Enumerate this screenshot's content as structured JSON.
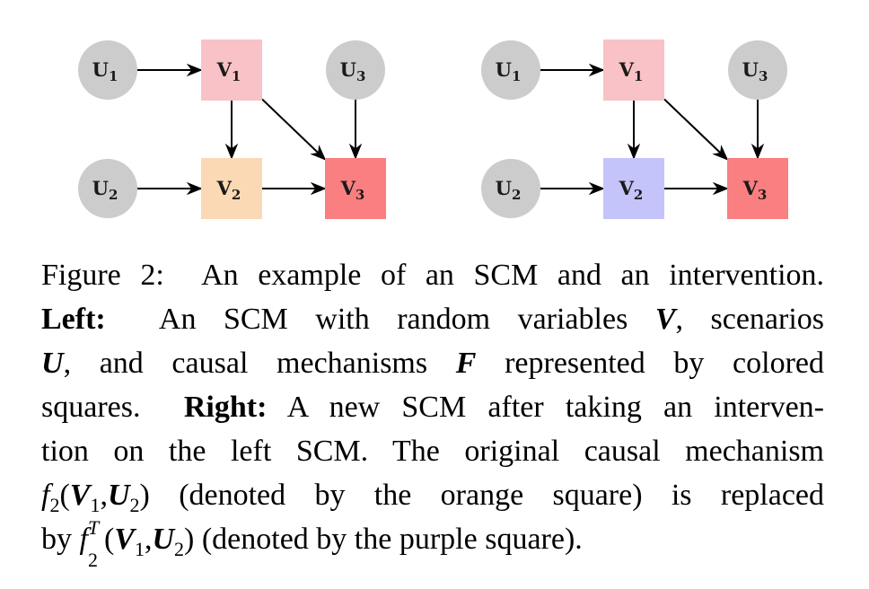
{
  "diagrams": [
    {
      "side": "left",
      "nodes": [
        {
          "id": "u1",
          "kind": "scenario",
          "main": "U",
          "sub": "1",
          "color": "#cccccc"
        },
        {
          "id": "v1",
          "kind": "mechanism",
          "main": "V",
          "sub": "1",
          "color": "#f8c2c6"
        },
        {
          "id": "u3",
          "kind": "scenario",
          "main": "U",
          "sub": "3",
          "color": "#cccccc"
        },
        {
          "id": "u2",
          "kind": "scenario",
          "main": "U",
          "sub": "2",
          "color": "#cccccc"
        },
        {
          "id": "v2",
          "kind": "mechanism",
          "main": "V",
          "sub": "2",
          "color": "#fad9b4"
        },
        {
          "id": "v3",
          "kind": "mechanism",
          "main": "V",
          "sub": "3",
          "color": "#f97f80"
        }
      ],
      "edges": [
        [
          "u1",
          "v1"
        ],
        [
          "v1",
          "v2"
        ],
        [
          "v1",
          "v3"
        ],
        [
          "u3",
          "v3"
        ],
        [
          "u2",
          "v2"
        ],
        [
          "v2",
          "v3"
        ]
      ]
    },
    {
      "side": "right",
      "nodes": [
        {
          "id": "u1",
          "kind": "scenario",
          "main": "U",
          "sub": "1",
          "color": "#cccccc"
        },
        {
          "id": "v1",
          "kind": "mechanism",
          "main": "V",
          "sub": "1",
          "color": "#f8c2c6"
        },
        {
          "id": "u3",
          "kind": "scenario",
          "main": "U",
          "sub": "3",
          "color": "#cccccc"
        },
        {
          "id": "u2",
          "kind": "scenario",
          "main": "U",
          "sub": "2",
          "color": "#cccccc"
        },
        {
          "id": "v2",
          "kind": "mechanism",
          "main": "V",
          "sub": "2",
          "color": "#c4c4fa"
        },
        {
          "id": "v3",
          "kind": "mechanism",
          "main": "V",
          "sub": "3",
          "color": "#f97f80"
        }
      ],
      "edges": [
        [
          "u1",
          "v1"
        ],
        [
          "v1",
          "v2"
        ],
        [
          "v1",
          "v3"
        ],
        [
          "u3",
          "v3"
        ],
        [
          "u2",
          "v2"
        ],
        [
          "v2",
          "v3"
        ]
      ]
    }
  ],
  "caption": {
    "label": "Figure 2:",
    "intro": "An example of an SCM and an intervention.",
    "left_label": "Left:",
    "left_1": "An SCM with random variables",
    "sym_V": "V",
    "left_2": ", scenarios",
    "sym_U": "U",
    "left_3": ", and causal mechanisms",
    "sym_F": "F",
    "left_4": "represented by colored",
    "left_5": "squares.",
    "right_label": "Right:",
    "right_1": "A new SCM after taking an interven-",
    "right_2": "tion on the left SCM. The original causal mechanism",
    "f": "f",
    "sub_2": "2",
    "sup_T": "T",
    "open": "(",
    "close": ")",
    "comma": ",",
    "sub_1": "1",
    "right_3": "(denoted by the orange square) is replaced",
    "by": "by",
    "right_4": "(denoted by the purple square)."
  }
}
